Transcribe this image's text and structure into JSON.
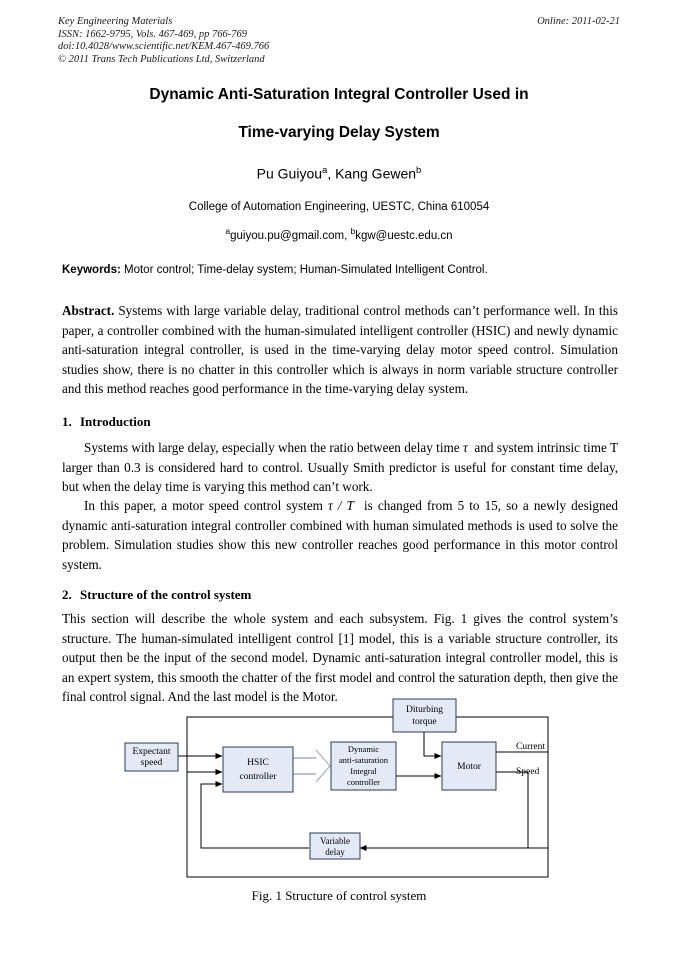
{
  "journal_header": {
    "lines": [
      "Key Engineering Materials",
      "ISSN: 1662-9795, Vols. 467-469, pp 766-769",
      "doi:10.4028/www.scientific.net/KEM.467-469.766",
      "© 2011 Trans Tech Publications Ltd, Switzerland"
    ],
    "online": "Online: 2011-02-21"
  },
  "title": {
    "line1": "Dynamic Anti-Saturation Integral Controller Used in",
    "line2": "Time-varying Delay System"
  },
  "authors": {
    "author1_name": "Pu Guiyou",
    "author1_mark": "a",
    "separator": ", ",
    "author2_name": "Kang Gewen",
    "author2_mark": "b",
    "affiliation": "College of Automation Engineering, UESTC, China 610054",
    "email1_mark": "a",
    "email1": "guiyou.pu@gmail.com,",
    "email2_mark": "b",
    "email2": "kgw@uestc.edu.cn"
  },
  "keywords": {
    "label": "Keywords:",
    "value": "Motor control; Time-delay system; Human-Simulated Intelligent Control."
  },
  "abstract": {
    "label": "Abstract.",
    "text": "Systems with large variable delay, traditional control methods can’t performance well. In this paper, a controller combined with the human-simulated intelligent controller (HSIC) and newly dynamic anti-saturation integral controller, is used in the time-varying delay motor speed control. Simulation studies show, there is no chatter in this controller which is always in norm variable structure controller and this method reaches good performance in the time-varying delay system."
  },
  "sections": [
    {
      "number": "1.",
      "heading": "Introduction",
      "paragraphs": [
        {
          "part1": "Systems with large delay, especially when the ratio between delay time",
          "math1": "τ",
          "part2": "and system intrinsic time T larger than 0.3 is considered hard to control. Usually Smith predictor is useful for constant time delay, but when the delay time is varying this method can’t work."
        },
        {
          "part1": "In this paper, a motor speed control system",
          "math1": "τ / T",
          "part2": "is changed from 5 to 15, so a newly designed dynamic anti-saturation integral controller combined with human simulated methods is used to solve the problem. Simulation studies show this new controller reaches good performance in this motor control system."
        }
      ]
    },
    {
      "number": "2.",
      "heading": "Structure of the control system",
      "paragraphs": [
        {
          "text": "This section will describe the whole system and each subsystem. Fig. 1 gives the control system’s structure. The human-simulated intelligent control [1] model, this is a variable structure controller, its output then be the input of the second model. Dynamic anti-saturation integral controller model, this is an expert system, this smooth the chatter of the first model and control the saturation depth, then give the final control signal. And the last model is the Motor."
        }
      ]
    }
  ],
  "figure": {
    "caption": "Fig. 1  Structure of control system",
    "box_fill": "#e3e9f5",
    "box_stroke": "#2b3a55",
    "line_color": "#000000",
    "blocks": {
      "expectant_speed_l1": "Expectant",
      "expectant_speed_l2": "speed",
      "hsic_l1": "HSIC",
      "hsic_l2": "controller",
      "dynamic_l1": "Dynamic",
      "dynamic_l2": "anti-saturation",
      "dynamic_l3": "Integral",
      "dynamic_l4": "controller",
      "disturbing_l1": "Diturbing",
      "disturbing_l2": "torque",
      "motor": "Motor",
      "variable_delay_l1": "Variable",
      "variable_delay_l2": "delay"
    },
    "labels": {
      "current": "Current",
      "speed": "Speed"
    }
  }
}
